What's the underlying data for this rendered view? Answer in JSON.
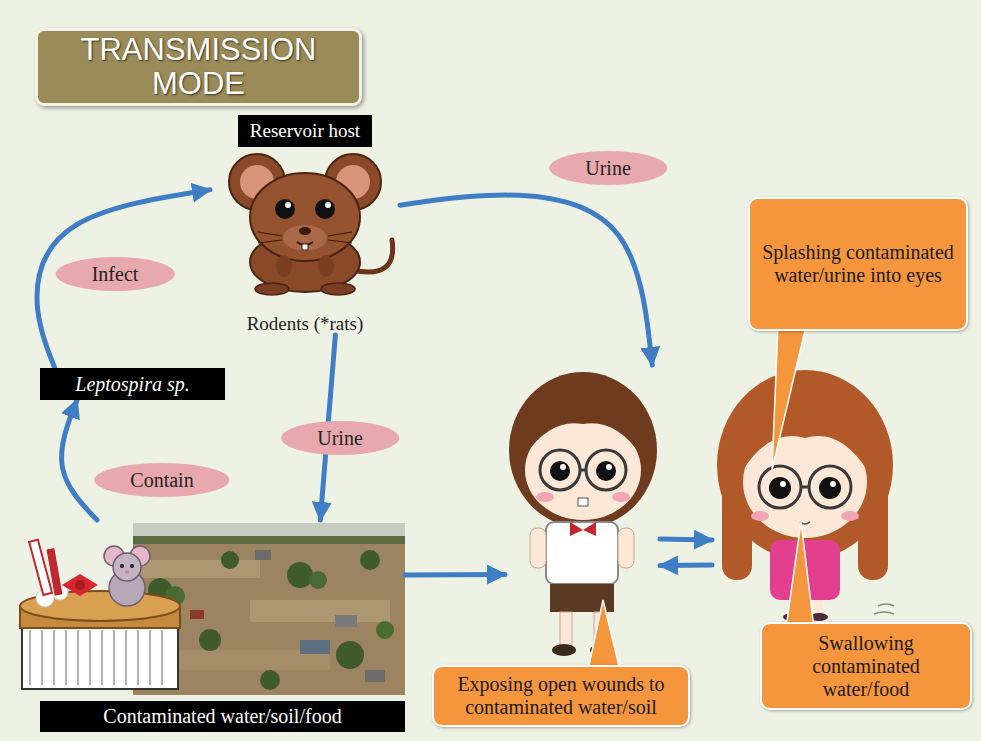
{
  "diagram": {
    "title": "TRANSMISSION MODE",
    "nodes": [
      {
        "text": [
          "Reservoir host",
          "Rodents (*rats)"
        ]
      },
      {
        "text": [
          "Leptospira sp."
        ]
      },
      {
        "text": [
          "Contaminated water/soil/food"
        ]
      },
      {
        "text": [
          "Exposing open wounds to contaminated water/soil"
        ]
      },
      {
        "text": [
          "Splashing contaminated water/urine into eyes",
          "Swallowing contaminated water/food"
        ]
      }
    ],
    "edges": [
      {
        "from": 1,
        "to": 0,
        "label": "Infect",
        "arrow": "to"
      },
      {
        "from": 2,
        "to": 1,
        "label": "Contain",
        "arrow": "to"
      },
      {
        "from": 0,
        "to": 2,
        "label": "Urine",
        "arrow": "to"
      },
      {
        "from": 0,
        "to": 3,
        "label": "Urine",
        "arrow": "to"
      },
      {
        "from": 2,
        "to": 3,
        "arrow": "to"
      },
      {
        "from": 3,
        "to": 4,
        "arrow": "to"
      },
      {
        "from": 4,
        "to": 3,
        "arrow": "to"
      }
    ]
  }
}
